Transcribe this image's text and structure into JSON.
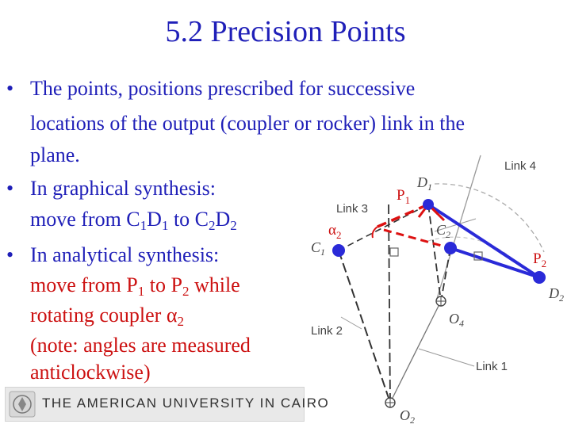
{
  "slide": {
    "title": "5.2 Precision Points",
    "bullet_char": "•",
    "bullets": {
      "b1_l1": "The points, positions prescribed for successive",
      "b1_l2": "locations of the output (coupler or rocker) link in the",
      "b1_l3": "plane.",
      "b2_l1": "In graphical synthesis:",
      "b2_l2_a": "move from C",
      "b2_l2_s1": "1",
      "b2_l2_b": "D",
      "b2_l2_s2": "1",
      "b2_l2_c": " to C",
      "b2_l2_s3": "2",
      "b2_l2_d": "D",
      "b2_l2_s4": "2",
      "b3_l1": "In analytical synthesis:",
      "b3_l2_a": "move from P",
      "b3_l2_s1": "1",
      "b3_l2_b": " to P",
      "b3_l2_s2": "2",
      "b3_l2_c": " while",
      "b3_l3_a": "rotating coupler α",
      "b3_l3_s1": "2",
      "b3_l4": "(note: angles are measured",
      "b3_l5": "anticlockwise)"
    },
    "logo_text": "THE AMERICAN UNIVERSITY IN CAIRO"
  },
  "diagram": {
    "labels": {
      "link4": "Link 4",
      "link3": "Link 3",
      "link2": "Link 2",
      "link1": "Link 1",
      "c1": "C",
      "c1_sub": "1",
      "c2": "C",
      "c2_sub": "2",
      "d1": "D",
      "d1_sub": "1",
      "d2": "D",
      "d2_sub": "2",
      "o2": "O",
      "o2_sub": "2",
      "o4": "O",
      "o4_sub": "4"
    },
    "overlay": {
      "p1": "P",
      "p1_sub": "1",
      "p2": "P",
      "p2_sub": "2",
      "alpha": "α",
      "alpha_sub": "2"
    },
    "colors": {
      "blue_link": "#2a2ad8",
      "red_overlay": "#dd1111",
      "text_blue": "#1f1fb8"
    }
  }
}
